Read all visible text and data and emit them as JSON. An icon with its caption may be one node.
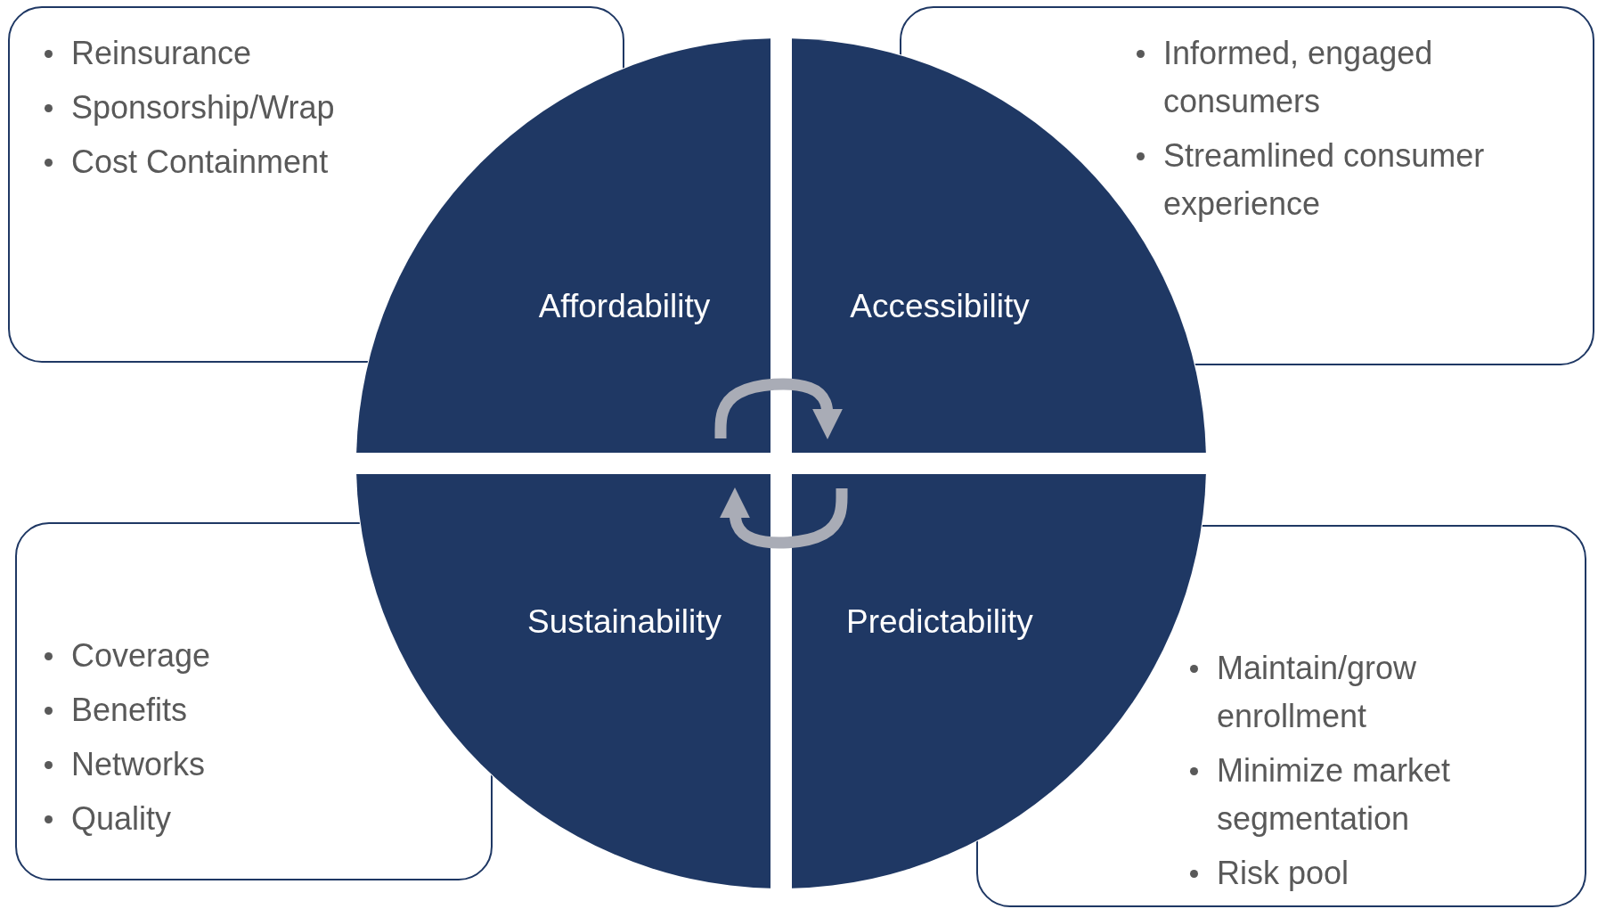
{
  "diagram": {
    "nodes": [
      {
        "text": [
          "Affordability"
        ]
      },
      {
        "text": [
          "Accessibility"
        ]
      },
      {
        "text": [
          "Sustainability"
        ]
      },
      {
        "text": [
          "Predictability"
        ]
      },
      {
        "text": [
          "Reinsurance",
          "Sponsorship/Wrap",
          "Cost Containment"
        ]
      },
      {
        "text": [
          "Informed, engaged consumers",
          "Streamlined consumer experience"
        ]
      },
      {
        "text": [
          "Coverage",
          "Benefits",
          "Networks",
          "Quality"
        ]
      },
      {
        "text": [
          "Maintain/grow enrollment",
          "Minimize market segmentation",
          "Risk pool"
        ]
      }
    ],
    "edges": [
      {
        "from": 0,
        "to": 1,
        "arrow": "to"
      },
      {
        "from": 3,
        "to": 2,
        "arrow": "to"
      }
    ]
  }
}
